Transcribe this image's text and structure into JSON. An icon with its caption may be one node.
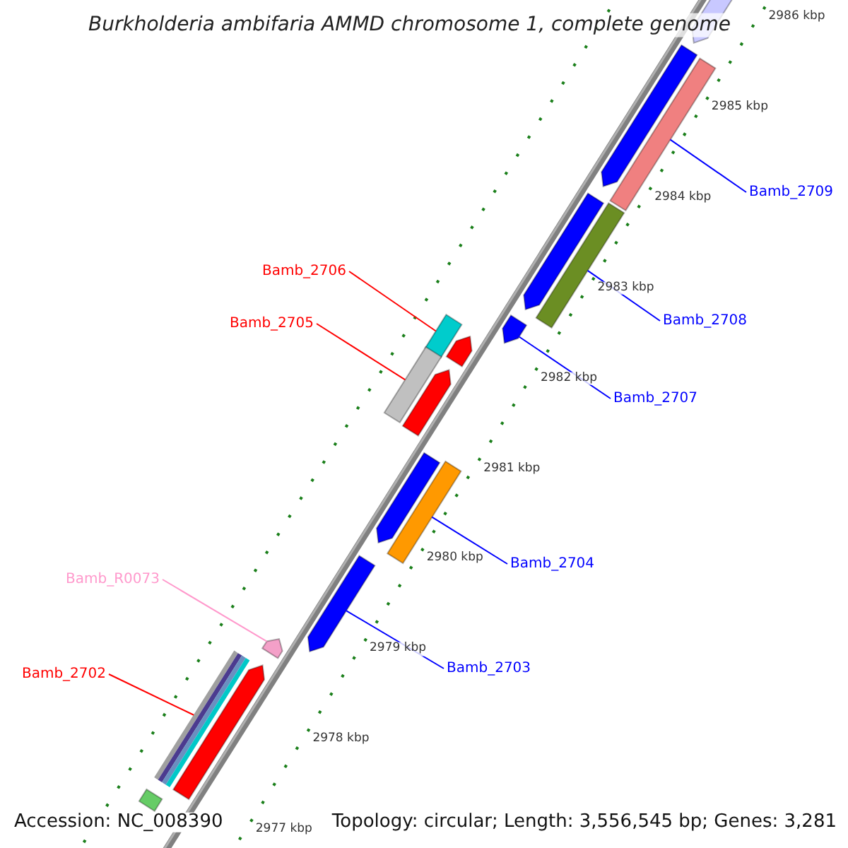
{
  "diagram": {
    "title": "Burkholderia ambifaria AMMD chromosome 1, complete genome",
    "nodes": [
      {
        "text": [
          "Bamb_2709"
        ]
      },
      {
        "text": [
          "Bamb_2708"
        ]
      },
      {
        "text": [
          "Bamb_2706"
        ]
      },
      {
        "text": [
          "Bamb_2705"
        ]
      },
      {
        "text": [
          "Bamb_2707"
        ]
      },
      {
        "text": [
          "Bamb_2704"
        ]
      },
      {
        "text": [
          "Bamb_R0073"
        ]
      },
      {
        "text": [
          "Bamb_2702"
        ]
      },
      {
        "text": [
          "Bamb_2703"
        ]
      },
      {
        "text": [],
        "shape": "bar"
      },
      {
        "text": [],
        "shape": "bar"
      },
      {
        "text": [],
        "shape": "bar"
      },
      {
        "text": [],
        "shape": "bar"
      },
      {
        "text": [],
        "shape": "bar"
      },
      {
        "text": [],
        "shape": "bar"
      },
      {
        "text": [],
        "shape": "bar"
      },
      {
        "text": [],
        "shape": "bar"
      },
      {
        "text": [],
        "shape": "bar"
      },
      {
        "text": [],
        "shape": "bar"
      },
      {
        "text": [],
        "shape": "bar"
      },
      {
        "text": [],
        "shape": "bar"
      },
      {
        "text": [],
        "shape": "bar"
      },
      {
        "text": [],
        "shape": "bar"
      },
      {
        "text": [],
        "shape": "bar"
      },
      {
        "text": [],
        "shape": "bar"
      },
      {
        "text": [],
        "shape": "bar"
      }
    ],
    "edges": [
      {
        "from": 0,
        "to": 9,
        "arrow": "none"
      },
      {
        "from": 1,
        "to": 10,
        "arrow": "none"
      },
      {
        "from": 2,
        "to": 11,
        "arrow": "none",
        "color": "#ff0000"
      },
      {
        "from": 3,
        "to": 12,
        "arrow": "none",
        "color": "#ff0000"
      },
      {
        "from": 4,
        "to": 13,
        "arrow": "none"
      },
      {
        "from": 5,
        "to": 14,
        "arrow": "none"
      },
      {
        "from": 6,
        "to": 15,
        "arrow": "none",
        "color": "#ff99cc"
      },
      {
        "from": 7,
        "to": 16,
        "arrow": "none",
        "color": "#ff0000"
      },
      {
        "from": 8,
        "to": 17,
        "arrow": "none"
      }
    ],
    "labels": [
      "2986 kbp",
      "2985 kbp",
      "2984 kbp",
      "2983 kbp",
      "2982 kbp",
      "2981 kbp",
      "2980 kbp",
      "2979 kbp",
      "2978 kbp",
      "Accession: NC_008390",
      "Topology: circular; Length: 3,556,545 bp; Genes: 3,281",
      "2977 kbp"
    ]
  }
}
